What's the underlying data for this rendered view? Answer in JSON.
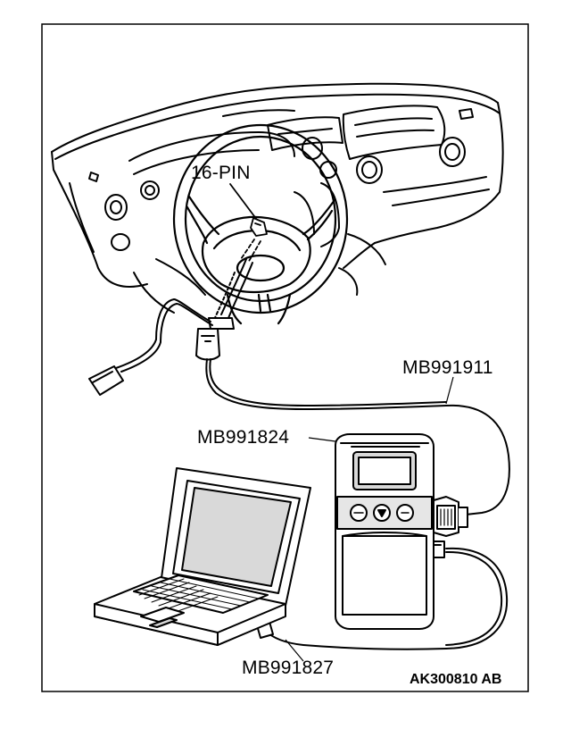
{
  "figure": {
    "labels": {
      "connector": "16-PIN",
      "cable_main": "MB991911",
      "tester": "MB991824",
      "cable_usb": "MB991827"
    },
    "figure_code": "AK300810 AB"
  },
  "colors": {
    "line": "#000000",
    "background": "#ffffff",
    "screen_fill": "#d9d9d9",
    "panel_fill": "#e6e6e6"
  }
}
